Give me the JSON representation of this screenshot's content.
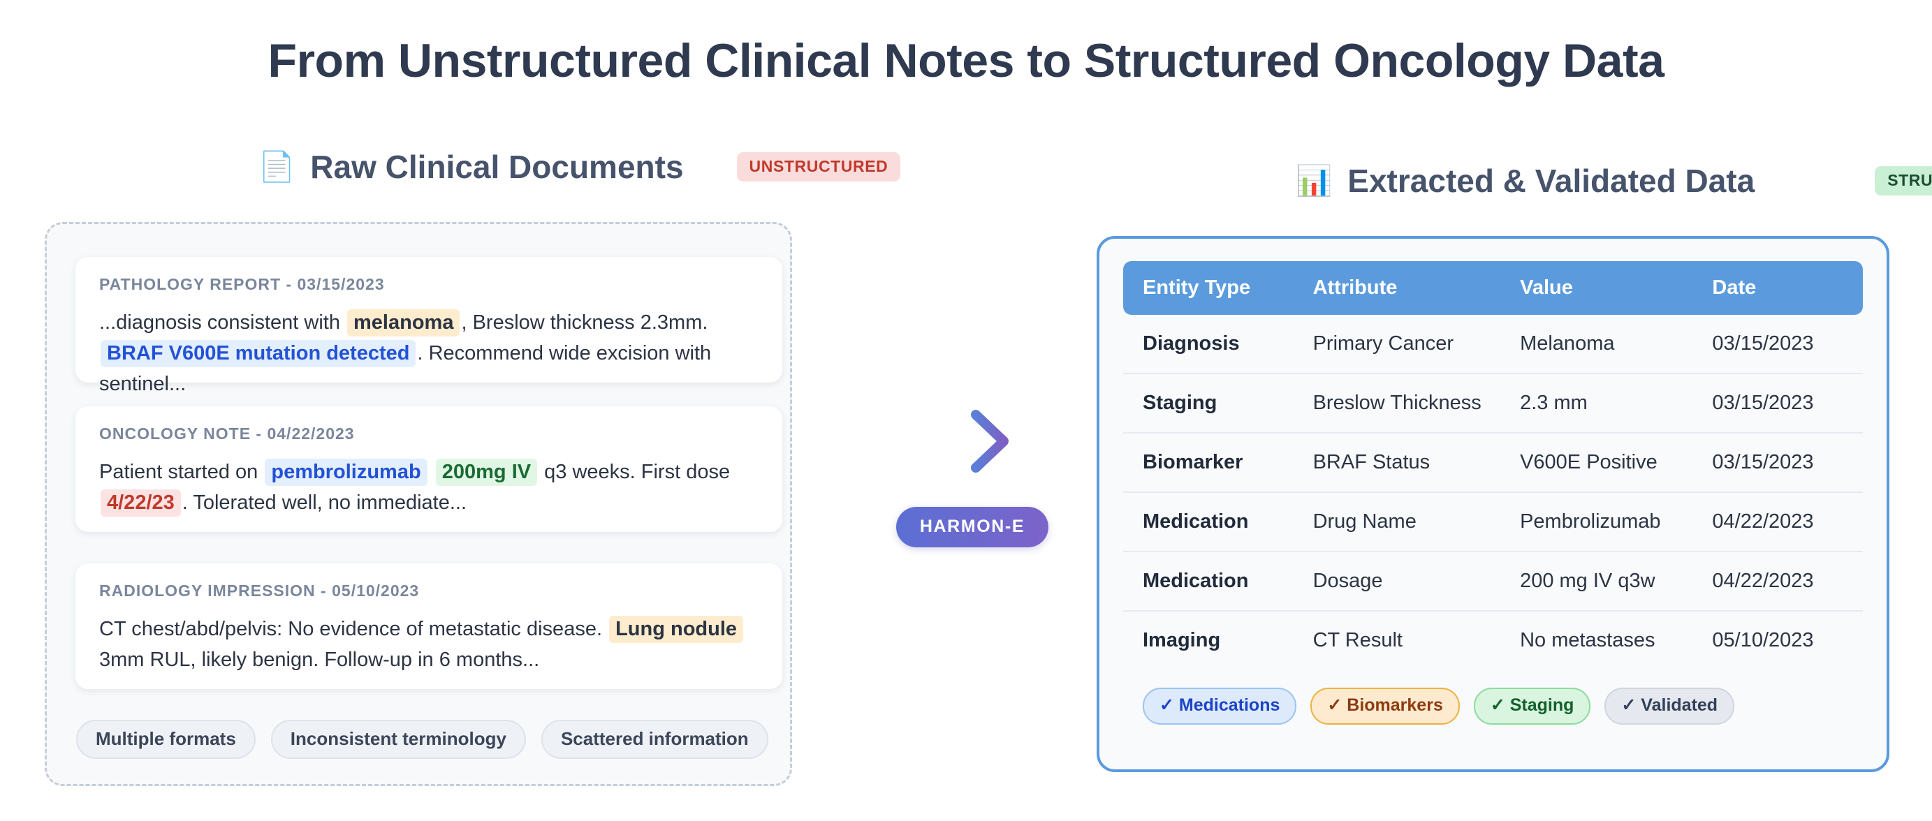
{
  "title": "From Unstructured Clinical Notes to Structured Oncology Data",
  "left": {
    "icon": "page-facing-up-emoji",
    "icon_glyph": "📄",
    "heading": "Raw Clinical Documents",
    "badge": "UNSTRUCTURED",
    "badge_bg": "#fadcdc",
    "badge_color": "#c0392b",
    "documents": [
      {
        "label": "PATHOLOGY REPORT - 03/15/2023",
        "segments": [
          {
            "text": "...diagnosis consistent with ",
            "style": "plain"
          },
          {
            "text": "melanoma",
            "style": "amber"
          },
          {
            "text": ", Breslow thickness 2.3mm. ",
            "style": "plain"
          },
          {
            "text": "BRAF V600E mutation detected",
            "style": "blue"
          },
          {
            "text": ". Recommend wide excision with sentinel...",
            "style": "plain"
          }
        ]
      },
      {
        "label": "ONCOLOGY NOTE - 04/22/2023",
        "segments": [
          {
            "text": "Patient started on ",
            "style": "plain"
          },
          {
            "text": "pembrolizumab",
            "style": "blue"
          },
          {
            "text": " ",
            "style": "plain"
          },
          {
            "text": "200mg IV",
            "style": "green"
          },
          {
            "text": " q3 weeks. First dose ",
            "style": "plain"
          },
          {
            "text": "4/22/23",
            "style": "red"
          },
          {
            "text": ". Tolerated well, no immediate...",
            "style": "plain"
          }
        ]
      },
      {
        "label": "RADIOLOGY IMPRESSION - 05/10/2023",
        "segments": [
          {
            "text": "CT chest/abd/pelvis: No evidence of metastatic disease. ",
            "style": "plain"
          },
          {
            "text": "Lung nodule",
            "style": "amber"
          },
          {
            "text": " 3mm RUL, likely benign. Follow-up in 6 months...",
            "style": "plain"
          }
        ]
      }
    ],
    "pills": [
      "Multiple formats",
      "Inconsistent terminology",
      "Scattered information"
    ]
  },
  "center": {
    "arrow_icon": "arrow-right-icon",
    "arrow_gradient_from": "#5b7fd6",
    "arrow_gradient_to": "#7d5fc4",
    "pill_label": "HARMON-E"
  },
  "right": {
    "icon": "bar-chart-emoji",
    "icon_glyph": "📊",
    "heading": "Extracted & Validated Data",
    "badge": "STRUCTURED",
    "badge_bg": "#c9f0d4",
    "badge_color": "#1e4d33",
    "table": {
      "header_bg": "#5b9bdd",
      "columns": [
        "Entity Type",
        "Attribute",
        "Value",
        "Date"
      ],
      "rows": [
        [
          "Diagnosis",
          "Primary Cancer",
          "Melanoma",
          "03/15/2023"
        ],
        [
          "Staging",
          "Breslow Thickness",
          "2.3 mm",
          "03/15/2023"
        ],
        [
          "Biomarker",
          "BRAF Status",
          "V600E Positive",
          "03/15/2023"
        ],
        [
          "Medication",
          "Drug Name",
          "Pembrolizumab",
          "04/22/2023"
        ],
        [
          "Medication",
          "Dosage",
          "200 mg IV q3w",
          "04/22/2023"
        ],
        [
          "Imaging",
          "CT Result",
          "No metastases",
          "05/10/2023"
        ]
      ]
    },
    "chips": [
      {
        "label": "✓ Medications",
        "variant": "blue"
      },
      {
        "label": "✓ Biomarkers",
        "variant": "amber"
      },
      {
        "label": "✓ Staging",
        "variant": "green"
      },
      {
        "label": "✓ Validated",
        "variant": "gray"
      }
    ]
  }
}
